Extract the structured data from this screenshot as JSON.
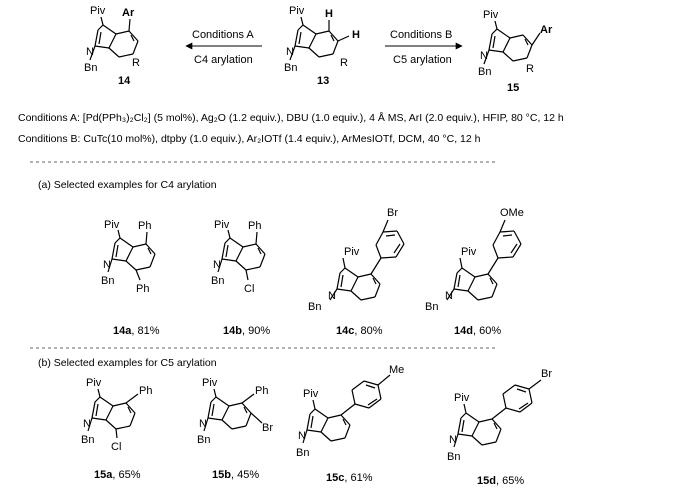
{
  "top": {
    "compound_14": {
      "id": "14",
      "piv": "Piv",
      "ar": "Ar",
      "bn": "Bn",
      "n": "N",
      "r": "R"
    },
    "compound_13": {
      "id": "13",
      "piv": "Piv",
      "h1": "H",
      "h2": "H",
      "bn": "Bn",
      "n": "N",
      "r": "R"
    },
    "compound_15": {
      "id": "15",
      "piv": "Piv",
      "ar": "Ar",
      "bn": "Bn",
      "n": "N",
      "r": "R"
    },
    "arrow_left": {
      "above": "Conditions A",
      "below": "C4 arylation"
    },
    "arrow_right": {
      "above": "Conditions B",
      "below": "C5 arylation"
    }
  },
  "conditions": {
    "a": "Conditions A: [Pd(PPh₃)₂Cl₂] (5 mol%), Ag₂O (1.2 equiv.), DBU (1.0 equiv.), 4 Å MS, ArI (2.0 equiv.), HFIP, 80 °C, 12 h",
    "b": "Conditions B: CuTc(10 mol%), dtpby (1.0 equiv.), Ar₂IOTf (1.4 equiv.), ArMesIOTf, DCM, 40 °C, 12 h"
  },
  "section_a": {
    "title": "(a) Selected examples for C4 arylation",
    "examples": [
      {
        "id": "14a",
        "yield": ", 81%",
        "piv": "Piv",
        "n": "N",
        "bn": "Bn",
        "c4": "Ph",
        "c7": "Ph"
      },
      {
        "id": "14b",
        "yield": ", 90%",
        "piv": "Piv",
        "n": "N",
        "bn": "Bn",
        "c4": "Ph",
        "c7": "Cl"
      },
      {
        "id": "14c",
        "yield": ", 80%",
        "piv": "Piv",
        "n": "N",
        "bn": "Bn",
        "para": "Br"
      },
      {
        "id": "14d",
        "yield": ", 60%",
        "piv": "Piv",
        "n": "N",
        "bn": "Bn",
        "para": "OMe"
      }
    ]
  },
  "section_b": {
    "title": "(b) Selected examples for C5 arylation",
    "examples": [
      {
        "id": "15a",
        "yield": ", 65%",
        "piv": "Piv",
        "n": "N",
        "bn": "Bn",
        "c5": "Ph",
        "c7": "Cl"
      },
      {
        "id": "15b",
        "yield": ", 45%",
        "piv": "Piv",
        "n": "N",
        "bn": "Bn",
        "c5": "Ph",
        "c6": "Br"
      },
      {
        "id": "15c",
        "yield": ", 61%",
        "piv": "Piv",
        "n": "N",
        "bn": "Bn",
        "para": "Me"
      },
      {
        "id": "15d",
        "yield": ", 65%",
        "piv": "Piv",
        "n": "N",
        "bn": "Bn",
        "para": "Br"
      }
    ]
  }
}
